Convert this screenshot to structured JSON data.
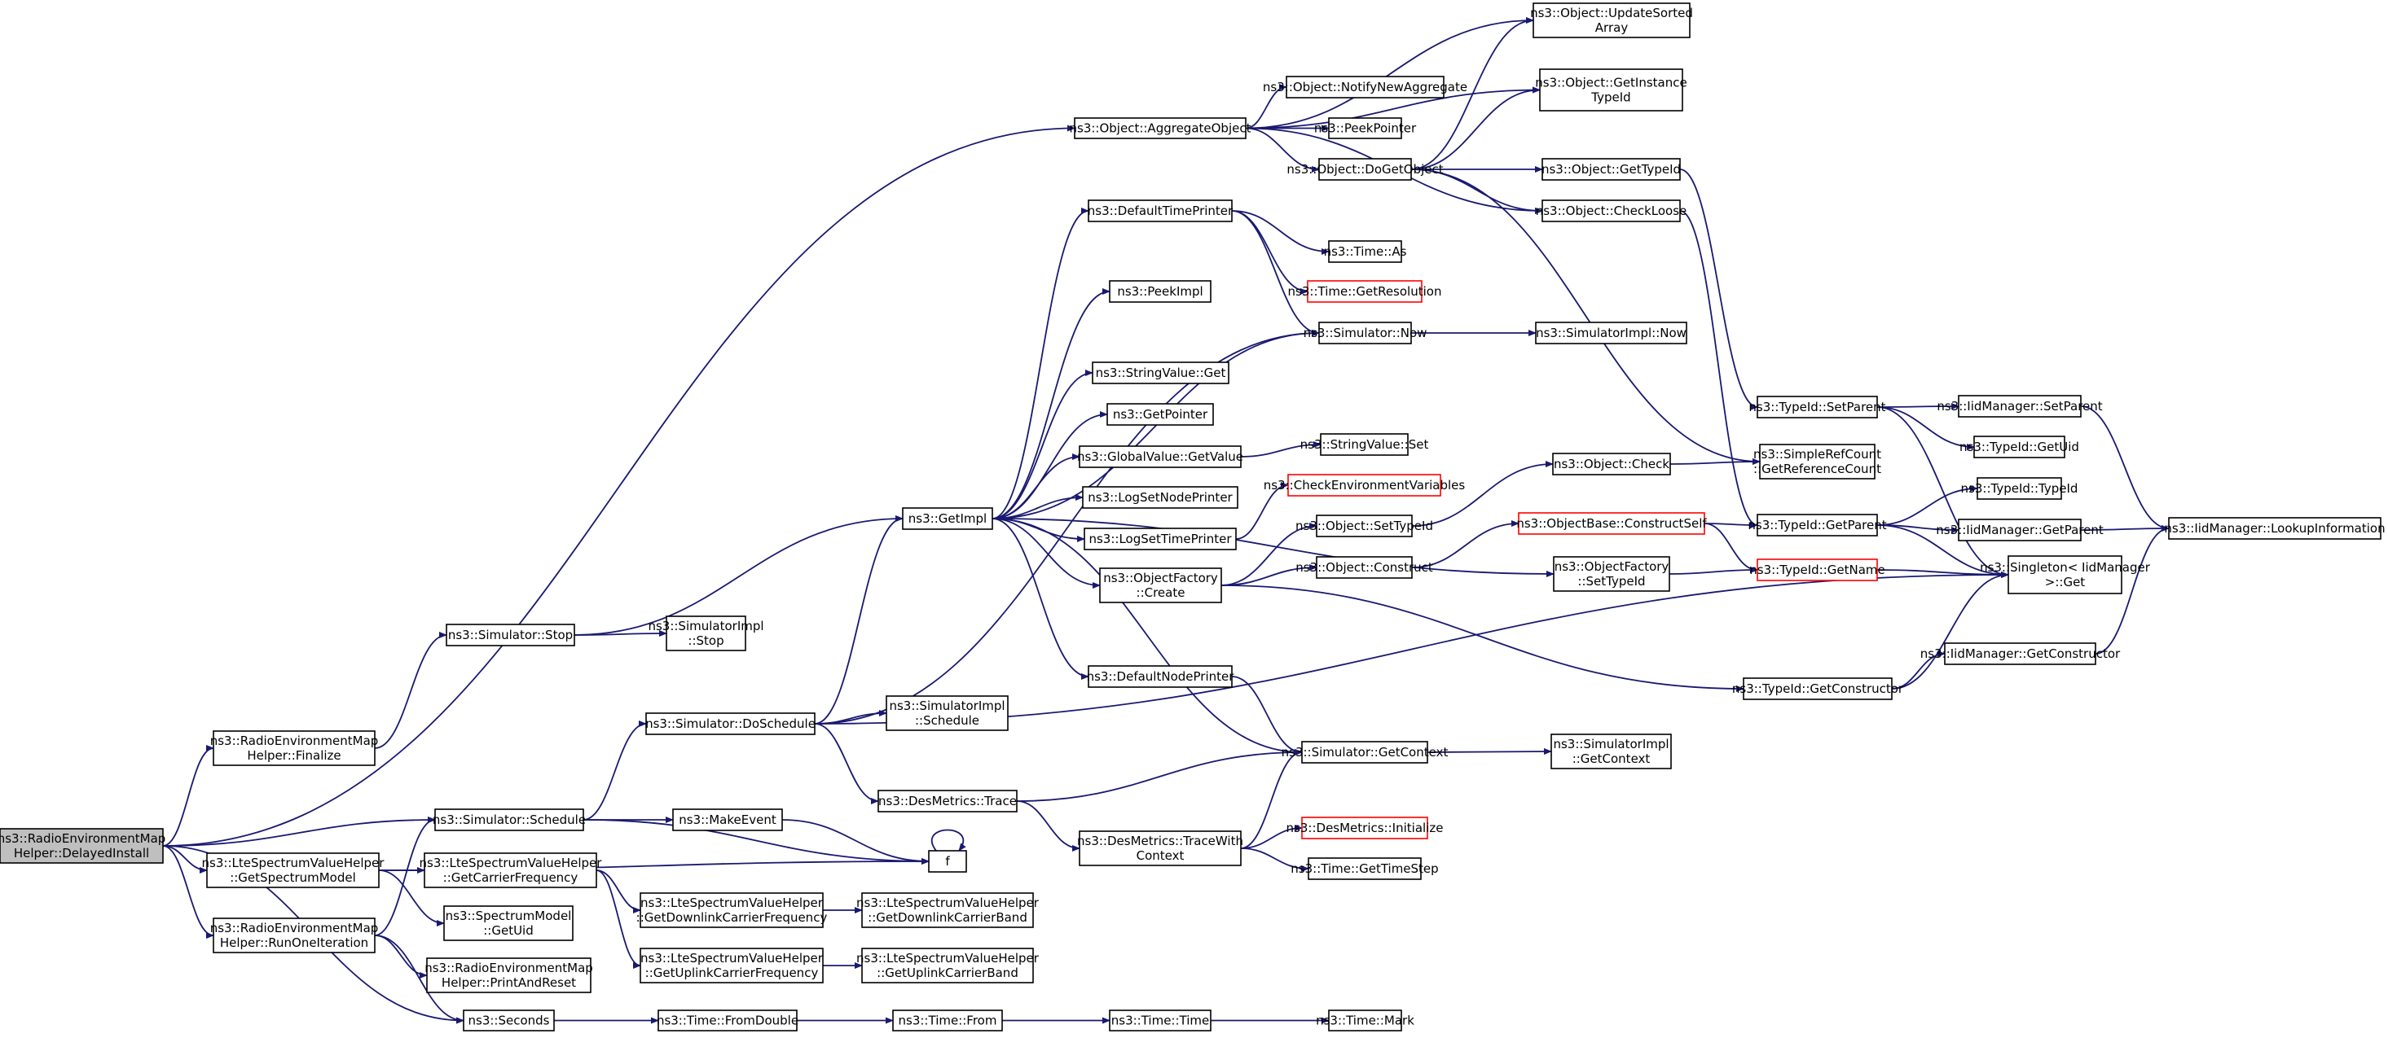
{
  "diagram": {
    "colors": {
      "edge": "#191970",
      "root_fill": "#bfbfbf",
      "truncated_border": "#ff0000"
    },
    "nodes": [
      {
        "id": "root",
        "lines": [
          "ns3::RadioEnvironmentMap",
          "Helper::DelayedInstall"
        ],
        "style": "root"
      },
      {
        "id": "finalize",
        "lines": [
          "ns3::RadioEnvironmentMap",
          "Helper::Finalize"
        ]
      },
      {
        "id": "getspec",
        "lines": [
          "ns3::LteSpectrumValueHelper",
          "::GetSpectrumModel"
        ]
      },
      {
        "id": "runone",
        "lines": [
          "ns3::RadioEnvironmentMap",
          "Helper::RunOneIteration"
        ]
      },
      {
        "id": "simstop",
        "lines": [
          "ns3::Simulator::Stop"
        ]
      },
      {
        "id": "simschedule",
        "lines": [
          "ns3::Simulator::Schedule"
        ]
      },
      {
        "id": "carrierfreq",
        "lines": [
          "ns3::LteSpectrumValueHelper",
          "::GetCarrierFrequency"
        ]
      },
      {
        "id": "specuid",
        "lines": [
          "ns3::SpectrumModel",
          "::GetUid"
        ]
      },
      {
        "id": "printreset",
        "lines": [
          "ns3::RadioEnvironmentMap",
          "Helper::PrintAndReset"
        ]
      },
      {
        "id": "seconds",
        "lines": [
          "ns3::Seconds"
        ]
      },
      {
        "id": "implstop",
        "lines": [
          "ns3::SimulatorImpl",
          "::Stop"
        ]
      },
      {
        "id": "doschedule",
        "lines": [
          "ns3::Simulator::DoSchedule"
        ]
      },
      {
        "id": "makeevent",
        "lines": [
          "ns3::MakeEvent"
        ]
      },
      {
        "id": "dlfreq",
        "lines": [
          "ns3::LteSpectrumValueHelper",
          "::GetDownlinkCarrierFrequency"
        ]
      },
      {
        "id": "ulfreq",
        "lines": [
          "ns3::LteSpectrumValueHelper",
          "::GetUplinkCarrierFrequency"
        ]
      },
      {
        "id": "fromdouble",
        "lines": [
          "ns3::Time::FromDouble"
        ]
      },
      {
        "id": "getimpl",
        "lines": [
          "ns3::GetImpl"
        ]
      },
      {
        "id": "implschedule",
        "lines": [
          "ns3::SimulatorImpl",
          "::Schedule"
        ]
      },
      {
        "id": "desmetrics",
        "lines": [
          "ns3::DesMetrics::Trace"
        ]
      },
      {
        "id": "f",
        "lines": [
          "f"
        ]
      },
      {
        "id": "dlband",
        "lines": [
          "ns3::LteSpectrumValueHelper",
          "::GetDownlinkCarrierBand"
        ]
      },
      {
        "id": "ulband",
        "lines": [
          "ns3::LteSpectrumValueHelper",
          "::GetUplinkCarrierBand"
        ]
      },
      {
        "id": "timefrom",
        "lines": [
          "ns3::Time::From"
        ]
      },
      {
        "id": "aggregate",
        "lines": [
          "ns3::Object::AggregateObject"
        ]
      },
      {
        "id": "deftimeprinter",
        "lines": [
          "ns3::DefaultTimePrinter"
        ]
      },
      {
        "id": "peekimpl",
        "lines": [
          "ns3::PeekImpl"
        ]
      },
      {
        "id": "strget",
        "lines": [
          "ns3::StringValue::Get"
        ]
      },
      {
        "id": "getpointer",
        "lines": [
          "ns3::GetPointer"
        ]
      },
      {
        "id": "gvgetvalue",
        "lines": [
          "ns3::GlobalValue::GetValue"
        ]
      },
      {
        "id": "lognode",
        "lines": [
          "ns3::LogSetNodePrinter"
        ]
      },
      {
        "id": "logtime",
        "lines": [
          "ns3::LogSetTimePrinter"
        ]
      },
      {
        "id": "factorycreate",
        "lines": [
          "ns3::ObjectFactory",
          "::Create"
        ]
      },
      {
        "id": "defnodeprinter",
        "lines": [
          "ns3::DefaultNodePrinter"
        ]
      },
      {
        "id": "tracewithctx",
        "lines": [
          "ns3::DesMetrics::TraceWith",
          "Context"
        ]
      },
      {
        "id": "timetime",
        "lines": [
          "ns3::Time::Time"
        ]
      },
      {
        "id": "notify",
        "lines": [
          "ns3::Object::NotifyNewAggregate"
        ]
      },
      {
        "id": "peekpointer",
        "lines": [
          "ns3::PeekPointer"
        ]
      },
      {
        "id": "dogetobject",
        "lines": [
          "ns3::Object::DoGetObject"
        ]
      },
      {
        "id": "timeas",
        "lines": [
          "ns3::Time::As"
        ]
      },
      {
        "id": "getres",
        "lines": [
          "ns3::Time::GetResolution"
        ],
        "style": "trunc"
      },
      {
        "id": "simnow",
        "lines": [
          "ns3::Simulator::Now"
        ]
      },
      {
        "id": "strset",
        "lines": [
          "ns3::StringValue::Set"
        ]
      },
      {
        "id": "checkenv",
        "lines": [
          "ns3::CheckEnvironmentVariables"
        ],
        "style": "trunc"
      },
      {
        "id": "settypeid",
        "lines": [
          "ns3::Object::SetTypeId"
        ]
      },
      {
        "id": "objconstruct",
        "lines": [
          "ns3::Object::Construct"
        ]
      },
      {
        "id": "getcontext",
        "lines": [
          "ns3::Simulator::GetContext"
        ]
      },
      {
        "id": "desinit",
        "lines": [
          "ns3::DesMetrics::Initialize"
        ],
        "style": "trunc"
      },
      {
        "id": "gettimestep",
        "lines": [
          "ns3::Time::GetTimeStep"
        ]
      },
      {
        "id": "timemark",
        "lines": [
          "ns3::Time::Mark"
        ]
      },
      {
        "id": "updsorted",
        "lines": [
          "ns3::Object::UpdateSorted",
          "Array"
        ]
      },
      {
        "id": "getinsttype",
        "lines": [
          "ns3::Object::GetInstance",
          "TypeId"
        ]
      },
      {
        "id": "objgettypeid",
        "lines": [
          "ns3::Object::GetTypeId"
        ]
      },
      {
        "id": "checkloose",
        "lines": [
          "ns3::Object::CheckLoose"
        ]
      },
      {
        "id": "implnow",
        "lines": [
          "ns3::SimulatorImpl::Now"
        ]
      },
      {
        "id": "objcheck",
        "lines": [
          "ns3::Object::Check"
        ]
      },
      {
        "id": "constructself",
        "lines": [
          "ns3::ObjectBase::ConstructSelf"
        ],
        "style": "trunc"
      },
      {
        "id": "factorysettype",
        "lines": [
          "ns3::ObjectFactory",
          "::SetTypeId"
        ]
      },
      {
        "id": "implctx",
        "lines": [
          "ns3::SimulatorImpl",
          "::GetContext"
        ]
      },
      {
        "id": "setparent",
        "lines": [
          "ns3::TypeId::SetParent"
        ]
      },
      {
        "id": "refcount",
        "lines": [
          "ns3::SimpleRefCount",
          "::GetReferenceCount"
        ]
      },
      {
        "id": "getparent",
        "lines": [
          "ns3::TypeId::GetParent"
        ]
      },
      {
        "id": "getname",
        "lines": [
          "ns3::TypeId::GetName"
        ],
        "style": "trunc"
      },
      {
        "id": "getconstructor",
        "lines": [
          "ns3::TypeId::GetConstructor"
        ]
      },
      {
        "id": "iidsetparent",
        "lines": [
          "ns3::IidManager::SetParent"
        ]
      },
      {
        "id": "typegetuid",
        "lines": [
          "ns3::TypeId::GetUid"
        ]
      },
      {
        "id": "typetypeid",
        "lines": [
          "ns3::TypeId::TypeId"
        ]
      },
      {
        "id": "iidgetparent",
        "lines": [
          "ns3::IidManager::GetParent"
        ]
      },
      {
        "id": "singleton",
        "lines": [
          "ns3::Singleton< IidManager",
          ">::Get"
        ]
      },
      {
        "id": "iidgetctor",
        "lines": [
          "ns3::IidManager::GetConstructor"
        ]
      },
      {
        "id": "lookup",
        "lines": [
          "ns3::IidManager::LookupInformation"
        ]
      }
    ],
    "edges": [
      [
        "root",
        "aggregate"
      ],
      [
        "root",
        "finalize"
      ],
      [
        "root",
        "simschedule"
      ],
      [
        "root",
        "getspec"
      ],
      [
        "root",
        "runone"
      ],
      [
        "root",
        "seconds"
      ],
      [
        "finalize",
        "simstop"
      ],
      [
        "getspec",
        "carrierfreq"
      ],
      [
        "getspec",
        "specuid"
      ],
      [
        "getspec",
        "f"
      ],
      [
        "runone",
        "simschedule"
      ],
      [
        "runone",
        "printreset"
      ],
      [
        "runone",
        "seconds"
      ],
      [
        "simstop",
        "getimpl"
      ],
      [
        "simstop",
        "implstop"
      ],
      [
        "simschedule",
        "doschedule"
      ],
      [
        "simschedule",
        "makeevent"
      ],
      [
        "simschedule",
        "f"
      ],
      [
        "carrierfreq",
        "dlfreq"
      ],
      [
        "carrierfreq",
        "ulfreq"
      ],
      [
        "seconds",
        "fromdouble"
      ],
      [
        "doschedule",
        "getimpl"
      ],
      [
        "doschedule",
        "implschedule"
      ],
      [
        "doschedule",
        "desmetrics"
      ],
      [
        "doschedule",
        "simnow"
      ],
      [
        "doschedule",
        "singleton"
      ],
      [
        "makeevent",
        "f"
      ],
      [
        "f",
        "f"
      ],
      [
        "dlfreq",
        "dlband"
      ],
      [
        "ulfreq",
        "ulband"
      ],
      [
        "fromdouble",
        "timefrom"
      ],
      [
        "getimpl",
        "deftimeprinter"
      ],
      [
        "getimpl",
        "peekimpl"
      ],
      [
        "getimpl",
        "simnow"
      ],
      [
        "getimpl",
        "strget"
      ],
      [
        "getimpl",
        "getpointer"
      ],
      [
        "getimpl",
        "gvgetvalue"
      ],
      [
        "getimpl",
        "lognode"
      ],
      [
        "getimpl",
        "logtime"
      ],
      [
        "getimpl",
        "factorycreate"
      ],
      [
        "getimpl",
        "defnodeprinter"
      ],
      [
        "getimpl",
        "getcontext"
      ],
      [
        "getimpl",
        "factorysettype"
      ],
      [
        "desmetrics",
        "getcontext"
      ],
      [
        "desmetrics",
        "tracewithctx"
      ],
      [
        "timefrom",
        "timetime"
      ],
      [
        "aggregate",
        "updsorted"
      ],
      [
        "aggregate",
        "getinsttype"
      ],
      [
        "aggregate",
        "notify"
      ],
      [
        "aggregate",
        "peekpointer"
      ],
      [
        "aggregate",
        "dogetobject"
      ],
      [
        "aggregate",
        "checkloose"
      ],
      [
        "deftimeprinter",
        "timeas"
      ],
      [
        "deftimeprinter",
        "getres"
      ],
      [
        "deftimeprinter",
        "simnow"
      ],
      [
        "gvgetvalue",
        "strset"
      ],
      [
        "logtime",
        "checkenv"
      ],
      [
        "factorycreate",
        "settypeid"
      ],
      [
        "factorycreate",
        "objconstruct"
      ],
      [
        "factorycreate",
        "getconstructor"
      ],
      [
        "defnodeprinter",
        "getcontext"
      ],
      [
        "tracewithctx",
        "getcontext"
      ],
      [
        "tracewithctx",
        "desinit"
      ],
      [
        "tracewithctx",
        "gettimestep"
      ],
      [
        "timetime",
        "timemark"
      ],
      [
        "dogetobject",
        "updsorted"
      ],
      [
        "dogetobject",
        "getinsttype"
      ],
      [
        "dogetobject",
        "objgettypeid"
      ],
      [
        "dogetobject",
        "checkloose"
      ],
      [
        "dogetobject",
        "refcount"
      ],
      [
        "simnow",
        "implnow"
      ],
      [
        "settypeid",
        "objcheck"
      ],
      [
        "objconstruct",
        "constructself"
      ],
      [
        "getcontext",
        "implctx"
      ],
      [
        "objgettypeid",
        "setparent"
      ],
      [
        "checkloose",
        "getparent"
      ],
      [
        "objcheck",
        "refcount"
      ],
      [
        "constructself",
        "getparent"
      ],
      [
        "constructself",
        "getname"
      ],
      [
        "factorysettype",
        "getname"
      ],
      [
        "setparent",
        "iidsetparent"
      ],
      [
        "setparent",
        "typegetuid"
      ],
      [
        "setparent",
        "singleton"
      ],
      [
        "getparent",
        "typetypeid"
      ],
      [
        "getparent",
        "iidgetparent"
      ],
      [
        "getparent",
        "singleton"
      ],
      [
        "getname",
        "singleton"
      ],
      [
        "getconstructor",
        "singleton"
      ],
      [
        "getconstructor",
        "iidgetctor"
      ],
      [
        "iidsetparent",
        "lookup"
      ],
      [
        "iidgetparent",
        "lookup"
      ],
      [
        "iidgetctor",
        "lookup"
      ]
    ]
  }
}
